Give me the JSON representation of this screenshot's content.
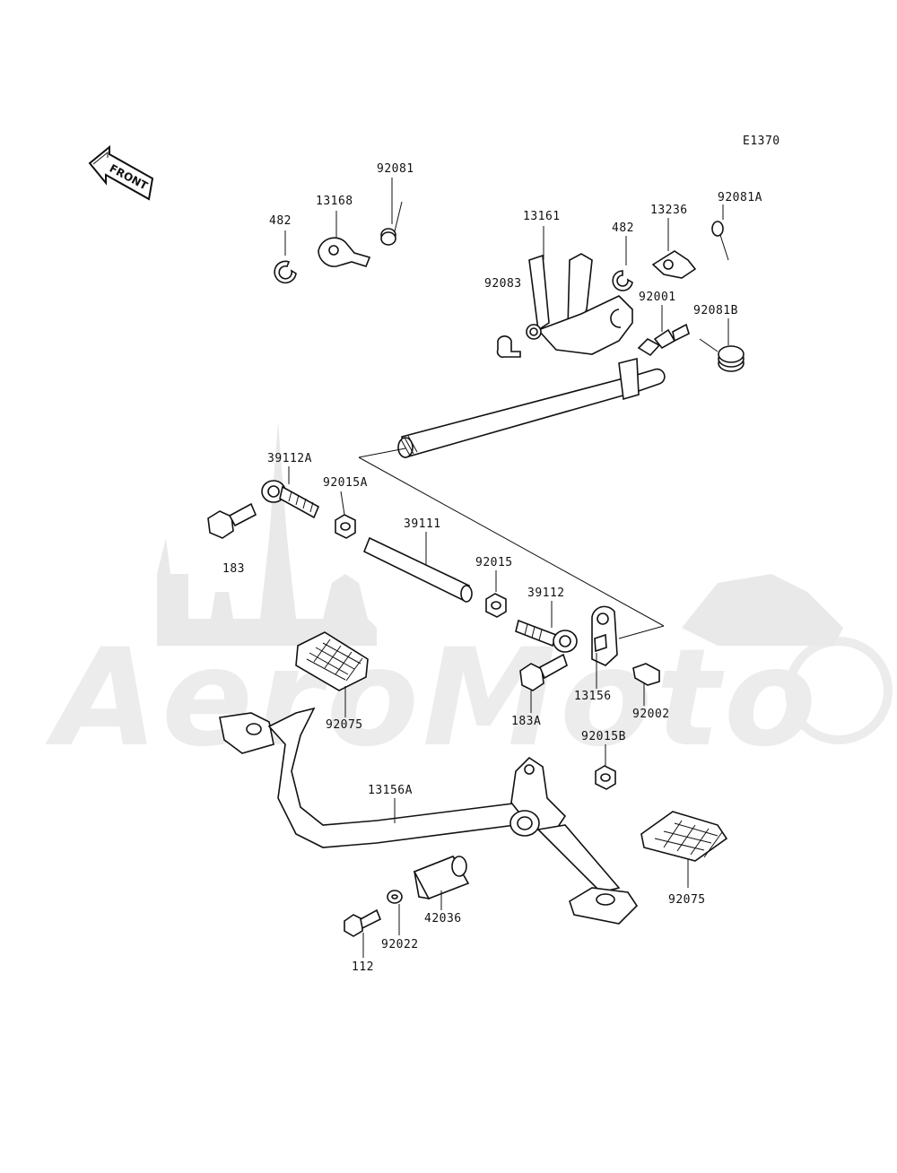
{
  "diagram_id": "E1370",
  "front_label": "FRONT",
  "watermark": "AeroMoto",
  "parts": {
    "p482a": "482",
    "p13168": "13168",
    "p92081": "92081",
    "p13161": "13161",
    "p92083": "92083",
    "p482b": "482",
    "p13236": "13236",
    "p92081A": "92081A",
    "p92001": "92001",
    "p92081B": "92081B",
    "p39112A": "39112A",
    "p92015A": "92015A",
    "p183": "183",
    "p39111": "39111",
    "p92015": "92015",
    "p39112": "39112",
    "p183A": "183A",
    "p13156": "13156",
    "p92002": "92002",
    "p92015B": "92015B",
    "p92075a": "92075",
    "p92075b": "92075",
    "p13156A": "13156A",
    "p42036": "42036",
    "p92022": "92022",
    "p112": "112"
  }
}
